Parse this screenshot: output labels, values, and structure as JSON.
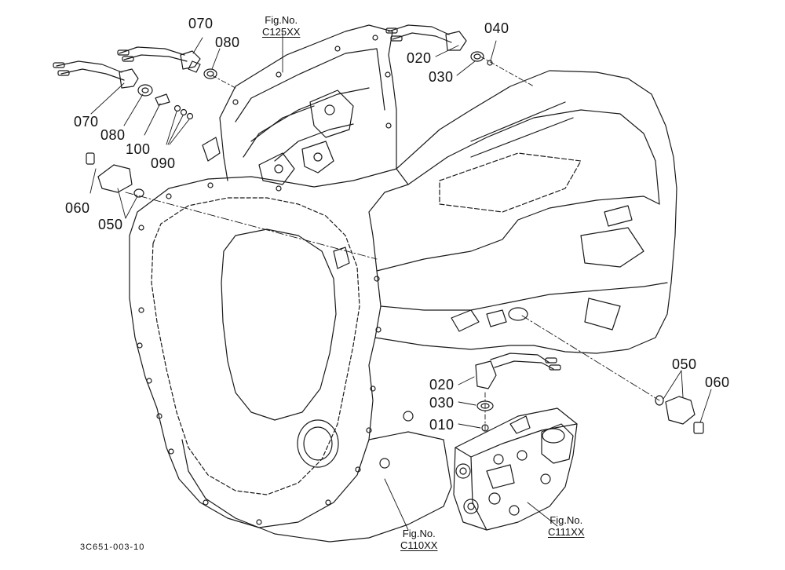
{
  "figure_refs": {
    "top": {
      "label": "Fig.No.",
      "code": "C125XX"
    },
    "bottom_left": {
      "label": "Fig.No.",
      "code": "C110XX"
    },
    "bottom_right": {
      "label": "Fig.No.",
      "code": "C111XX"
    }
  },
  "part_labels": [
    {
      "id": "p070_top",
      "text": "070"
    },
    {
      "id": "p080_top",
      "text": "080"
    },
    {
      "id": "p070_left",
      "text": "070"
    },
    {
      "id": "p080_left",
      "text": "080"
    },
    {
      "id": "p100",
      "text": "100"
    },
    {
      "id": "p090",
      "text": "090"
    },
    {
      "id": "p060_left",
      "text": "060"
    },
    {
      "id": "p050_left",
      "text": "050"
    },
    {
      "id": "p020_top",
      "text": "020"
    },
    {
      "id": "p030_top",
      "text": "030"
    },
    {
      "id": "p040",
      "text": "040"
    },
    {
      "id": "p050_right",
      "text": "050"
    },
    {
      "id": "p060_right",
      "text": "060"
    },
    {
      "id": "p020_mid",
      "text": "020"
    },
    {
      "id": "p030_mid",
      "text": "030"
    },
    {
      "id": "p010",
      "text": "010"
    }
  ],
  "document_id": "3C651-003-10"
}
